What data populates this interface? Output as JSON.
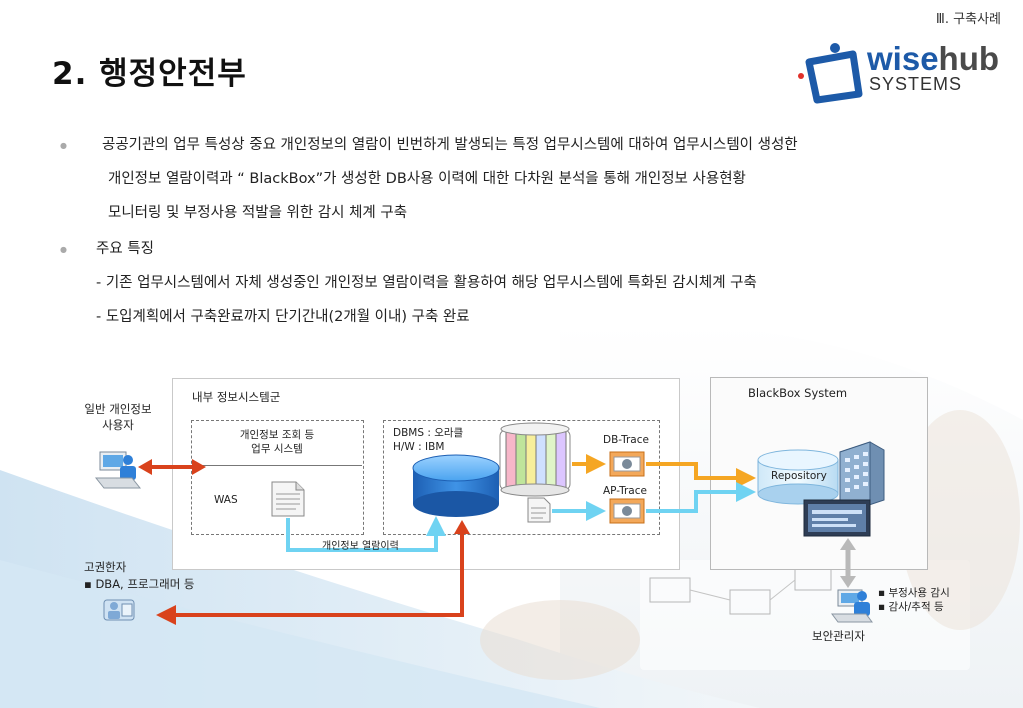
{
  "header": {
    "section_label": "Ⅲ. 구축사례",
    "title": "2. 행정안전부",
    "logo_wise": "wise",
    "logo_hub": "hub",
    "logo_systems": "SYSTEMS"
  },
  "content": {
    "bullet1_line1": "공공기관의 업무 특성상 중요 개인정보의 열람이 빈번하게 발생되는 특정 업무시스템에 대하여 업무시스템이 생성한",
    "bullet1_line2": "개인정보 열람이력과 “ BlackBox”가 생성한 DB사용 이력에 대한 다차원 분석을 통해 개인정보 사용현황",
    "bullet1_line3": "모니터링 및 부정사용 적발을 위한 감시 체계 구축",
    "bullet2_title": "주요 특징",
    "feature1": "- 기존 업무시스템에서 자체 생성중인 개인정보 열람이력을 활용하여 해당 업무시스템에 특화된 감시체계 구축",
    "feature2": "- 도입계획에서 구축완료까지 단기간내(2개월 이내) 구축 완료"
  },
  "diagram": {
    "general_user_line1": "일반 개인정보",
    "general_user_line2": "사용자",
    "internal_group": "내부 정보시스템군",
    "biz_system_line1": "개인정보 조회 등",
    "biz_system_line2": "업무 시스템",
    "was": "WAS",
    "dbms_line1": "DBMS  :  오라클",
    "dbms_line2": "H/W  :  IBM",
    "db_trace": "DB-Trace",
    "ap_trace": "AP-Trace",
    "access_history": "개인정보 열람이력",
    "blackbox_title": "BlackBox System",
    "repository": "Repository",
    "privileged_line1": "고권한자",
    "privileged_line2": "▪ DBA, 프로그래머 등",
    "monitor_item1": "▪ 부정사용 감시",
    "monitor_item2": "▪ 감사/추적 등",
    "security_admin": "보안관리자",
    "colors": {
      "red_arrow": "#d9421c",
      "orange_flow": "#f5a623",
      "cyan_flow": "#6fd3f2",
      "db_blue": "#2f80d8"
    }
  }
}
